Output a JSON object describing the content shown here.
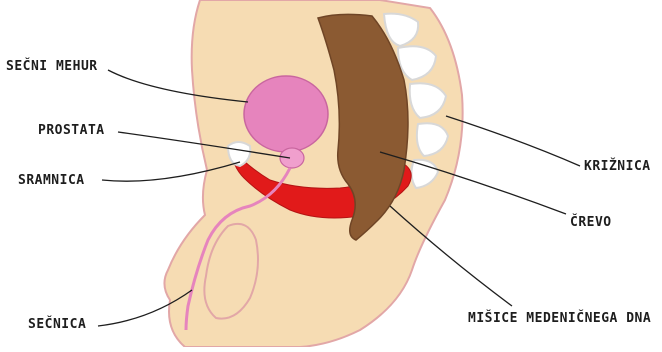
{
  "labels": {
    "bladder": "SEČNI MEHUR",
    "prostate": "PROSTATA",
    "pubic_bone": "SRAMNICA",
    "urethra": "SEČNICA",
    "sacrum": "KRIŽNICA",
    "bowel": "ČREVO",
    "pelvic_floor_muscles": "MIŠICE MEDENIČNEGA DNA"
  },
  "colors": {
    "skin": "#f6dcb3",
    "outline": "#e2a7a7",
    "bladder": "#e684bd",
    "prostate": "#f09fcd",
    "muscle": "#e11a1a",
    "bowel": "#8b5a32",
    "bone": "#ffffff",
    "bone_shadow": "#d8d8d8"
  }
}
